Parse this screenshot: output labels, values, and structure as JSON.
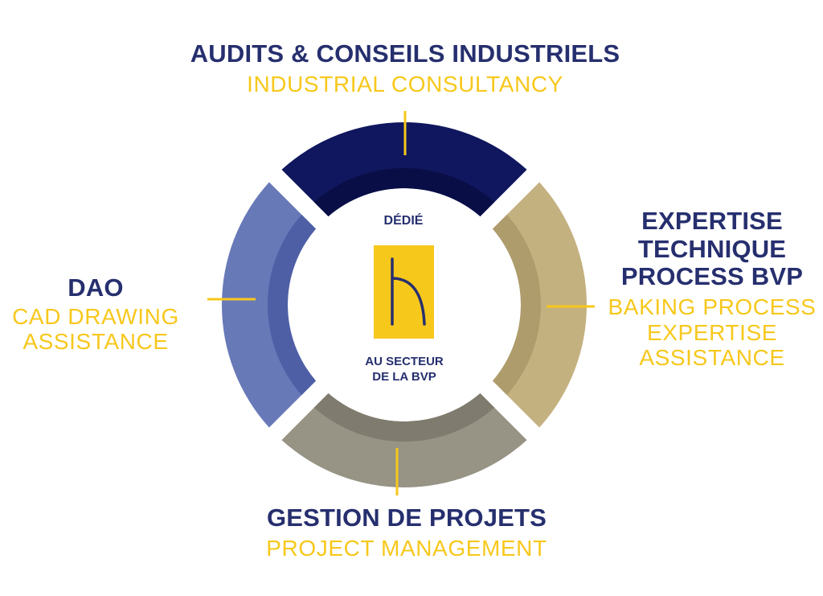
{
  "center": {
    "top_text": "DÉDIÉ",
    "bottom_line1": "AU SECTEUR",
    "bottom_line2": "DE LA BVP",
    "logo_letter": "h"
  },
  "segments": {
    "top": {
      "title": "AUDITS & CONSEILS INDUSTRIELS",
      "subtitle": "INDUSTRIAL CONSULTANCY",
      "color": "#10175e",
      "inner_color": "#090e47"
    },
    "right": {
      "title_line1": "EXPERTISE",
      "title_line2": "TECHNIQUE",
      "title_line3": "PROCESS BVP",
      "subtitle_line1": "BAKING PROCESS",
      "subtitle_line2": "EXPERTISE",
      "subtitle_line3": "ASSISTANCE",
      "color": "#c4b180",
      "inner_color": "#ae9c6d"
    },
    "bottom": {
      "title": "GESTION DE PROJETS",
      "subtitle": "PROJECT MANAGEMENT",
      "color": "#979385",
      "inner_color": "#7f7b6f"
    },
    "left": {
      "title": "DAO",
      "subtitle_line1": "CAD DRAWING",
      "subtitle_line2": "ASSISTANCE",
      "color": "#6879b8",
      "inner_color": "#4e5fa6"
    }
  },
  "colors": {
    "accent_yellow": "#f7c81c",
    "navy_text": "#262f6e"
  }
}
